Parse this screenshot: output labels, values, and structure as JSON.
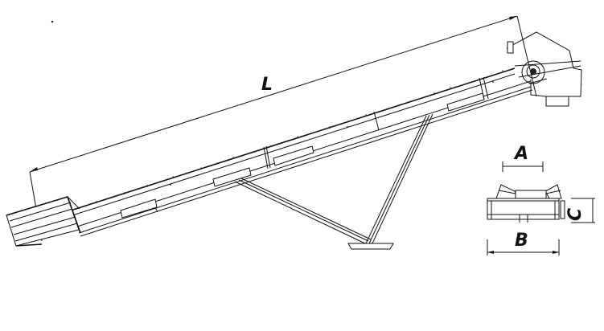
{
  "diagram": {
    "subject": "Inclined belt conveyor with support frame and cross-section view",
    "main_view": {
      "dimension_labels": {
        "length": "L"
      }
    },
    "section_view": {
      "dimension_labels": {
        "trough_width": "A",
        "frame_width": "B",
        "frame_height": "C"
      }
    },
    "colors": {
      "line": "#111111",
      "background": "#ffffff"
    }
  }
}
